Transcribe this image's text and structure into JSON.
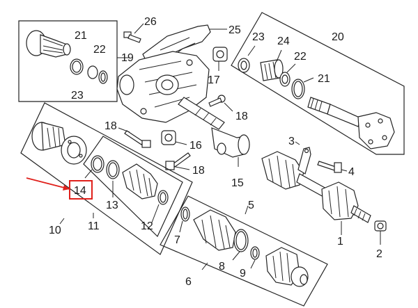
{
  "callouts": {
    "c1": "1",
    "c2": "2",
    "c3": "3",
    "c4": "4",
    "c5": "5",
    "c6": "6",
    "c7": "7",
    "c8": "8",
    "c9": "9",
    "c10": "10",
    "c11": "11",
    "c12": "12",
    "c13": "13",
    "c14": "14",
    "c15": "15",
    "c16": "16",
    "c17": "17",
    "c18a": "18",
    "c18b": "18",
    "c18c": "18",
    "c19": "19",
    "c20": "20",
    "c21a": "21",
    "c21b": "21",
    "c22a": "22",
    "c22b": "22",
    "c23a": "23",
    "c23b": "23",
    "c24": "24",
    "c25": "25",
    "c26": "26"
  },
  "highlight": {
    "callout": "14",
    "color": "#e0201b"
  }
}
